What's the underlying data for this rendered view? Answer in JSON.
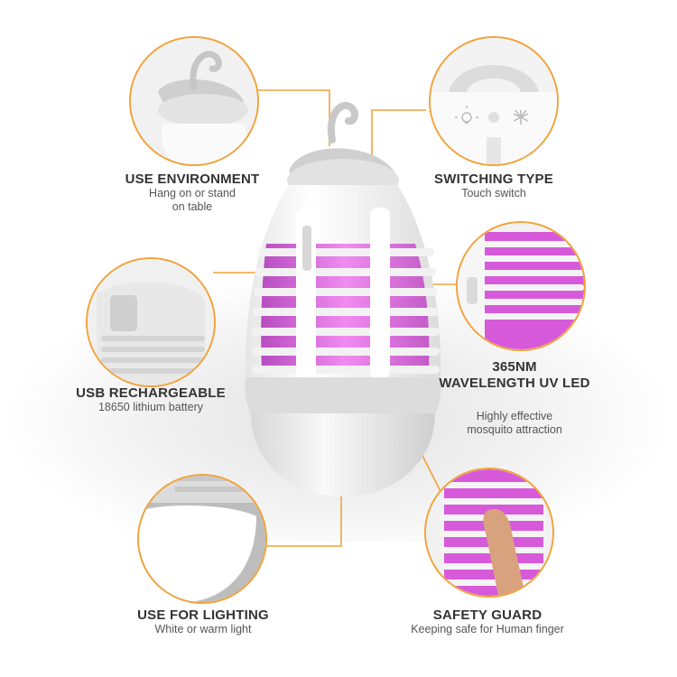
{
  "colors": {
    "accent": "#f2a23a",
    "uv_purple": "#d65ad9",
    "body_white": "#f7f7f7",
    "text_dark": "#333333"
  },
  "features": {
    "use_environment": {
      "title": "USE ENVIRONMENT",
      "lines": [
        "Hang on or stand",
        "on table"
      ]
    },
    "switching_type": {
      "title": "SWITCHING TYPE",
      "lines": [
        "Touch switch"
      ]
    },
    "usb_rechargeable": {
      "title": "USB RECHARGEABLE",
      "lines": [
        "18650 lithium battery"
      ]
    },
    "uv_led": {
      "title_lines": [
        "365NM",
        "WAVELENGTH UV LED"
      ],
      "lines": [
        "Highly effective",
        "mosquito attraction"
      ]
    },
    "use_for_lighting": {
      "title": "USE FOR LIGHTING",
      "lines": [
        "White or warm light"
      ]
    },
    "safety_guard": {
      "title": "SAFETY GUARD",
      "lines": [
        "Keeping safe for Human finger"
      ]
    }
  },
  "icons": [
    "light-bulb-icon",
    "power-dot-icon",
    "mosquito-icon"
  ]
}
